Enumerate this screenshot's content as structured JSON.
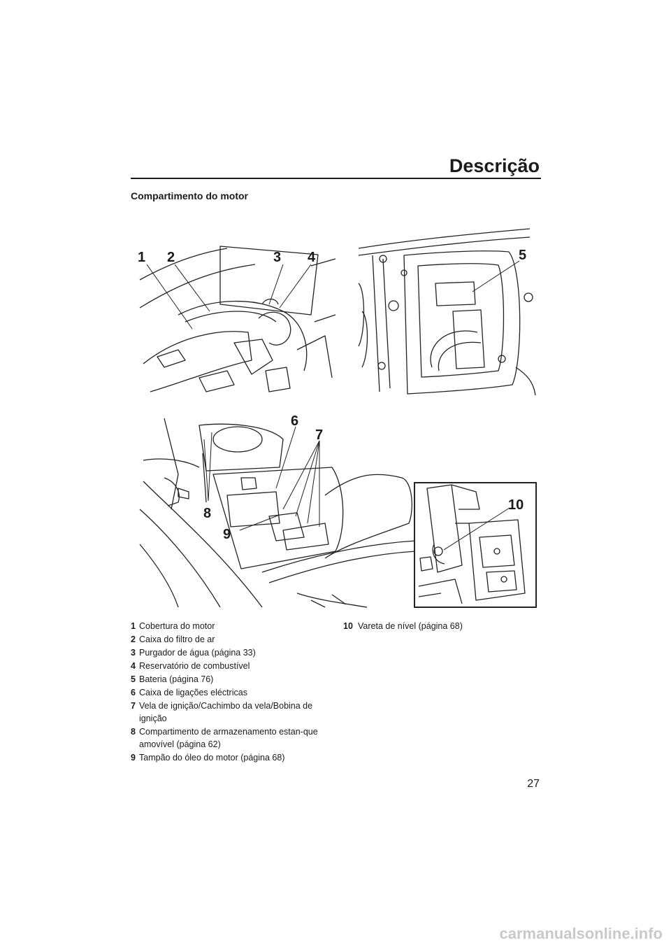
{
  "header": {
    "title": "Descrição"
  },
  "section": {
    "title": "Compartimento do motor"
  },
  "figures": {
    "top_left": {
      "callouts": [
        "1",
        "2",
        "3",
        "4"
      ]
    },
    "top_right": {
      "callouts": [
        "5"
      ]
    },
    "bottom": {
      "callouts": [
        "6",
        "7",
        "8",
        "9"
      ]
    },
    "inset": {
      "callouts": [
        "10"
      ]
    }
  },
  "legend": {
    "left": [
      {
        "num": "1",
        "text": "Cobertura do motor"
      },
      {
        "num": "2",
        "text": "Caixa do filtro de ar"
      },
      {
        "num": "3",
        "text": "Purgador de água (página 33)"
      },
      {
        "num": "4",
        "text": "Reservatório de combustível"
      },
      {
        "num": "5",
        "text": "Bateria (página 76)"
      },
      {
        "num": "6",
        "text": "Caixa de ligações eléctricas"
      },
      {
        "num": "7",
        "text": "Vela de ignição/Cachimbo da vela/Bobina de ignição"
      },
      {
        "num": "8",
        "text": "Compartimento de armazenamento estan-que amovível (página 62)"
      },
      {
        "num": "9",
        "text": "Tampão do óleo do motor (página 68)"
      }
    ],
    "right": [
      {
        "num": "10",
        "text": "Vareta de nível (página 68)"
      }
    ]
  },
  "footer": {
    "page_number": "27",
    "watermark": "carmanualsonline.info"
  }
}
